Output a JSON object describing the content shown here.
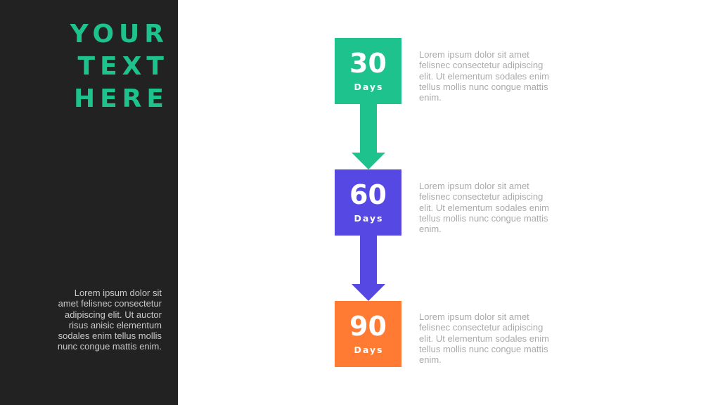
{
  "colors": {
    "sidebar_bg": "#222222",
    "title": "#1dc28c",
    "step_1": "#1dc28c",
    "step_2": "#5548e3",
    "step_3": "#ff7b33",
    "text_gray": "#aaaaaa"
  },
  "sidebar": {
    "title_lines": [
      "YOUR",
      "TEXT",
      "HERE"
    ],
    "body": "Lorem ipsum dolor sit amet felisnec consectetur adipiscing elit. Ut auctor risus anisic elementum sodales enim tellus mollis nunc congue mattis enim."
  },
  "steps": [
    {
      "number": "30",
      "unit": "Days",
      "text": "Lorem ipsum dolor sit amet felisnec consectetur adipiscing elit. Ut elementum sodales enim tellus mollis nunc congue mattis enim."
    },
    {
      "number": "60",
      "unit": "Days",
      "text": "Lorem ipsum dolor sit amet felisnec consectetur adipiscing elit. Ut elementum sodales enim tellus mollis nunc congue mattis enim."
    },
    {
      "number": "90",
      "unit": "Days",
      "text": "Lorem ipsum dolor sit amet felisnec consectetur adipiscing elit. Ut elementum sodales enim tellus mollis nunc congue mattis enim."
    }
  ]
}
